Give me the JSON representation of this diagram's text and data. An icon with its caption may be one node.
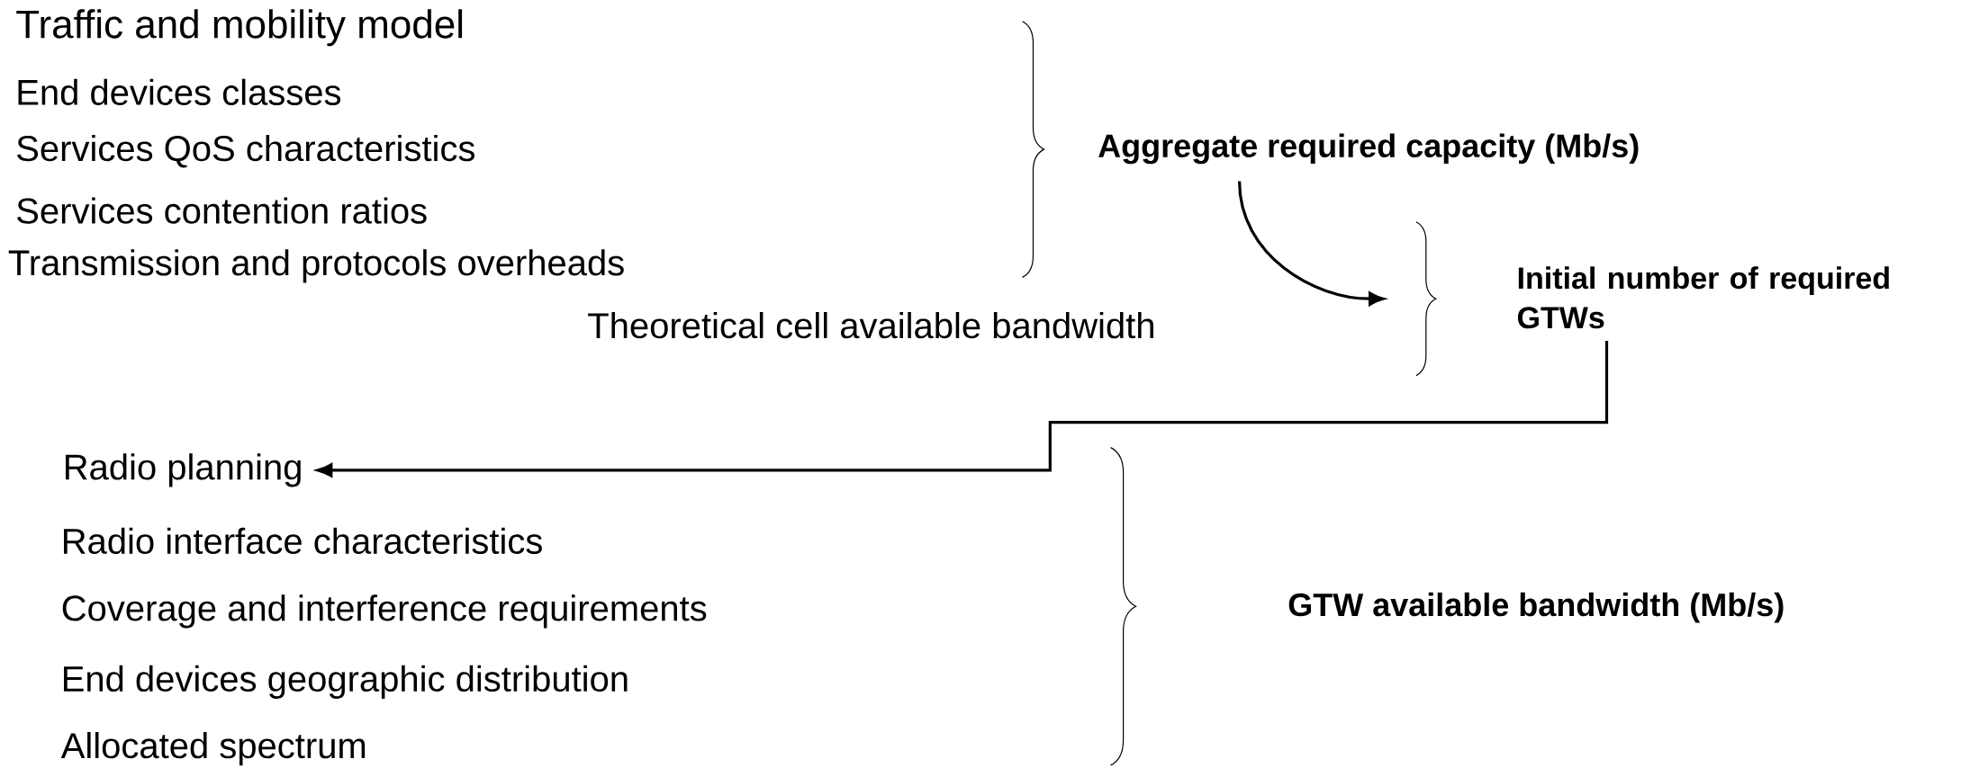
{
  "diagram": {
    "nodes": [
      {
        "text": [
          "Aggregate required capacity (Mb/s)"
        ]
      },
      {
        "text": [],
        "shape": "brace"
      },
      {
        "text": [
          "Initial number of required GTWs"
        ]
      },
      {
        "text": [
          "Radio planning"
        ]
      }
    ],
    "edges": [
      {
        "from": 0,
        "to": 1,
        "arrow": "to"
      },
      {
        "from": 2,
        "to": 3,
        "arrow": "to"
      }
    ],
    "labels": [
      "Traffic and mobility model",
      "End devices classes",
      "Services QoS characteristics",
      "Services contention ratios",
      "Transmission and protocols overheads",
      "Theoretical cell available bandwidth",
      "Radio interface characteristics",
      "Coverage and interference requirements",
      "End devices geographic distribution",
      "Allocated spectrum",
      "GTW available bandwidth (Mb/s)"
    ]
  }
}
